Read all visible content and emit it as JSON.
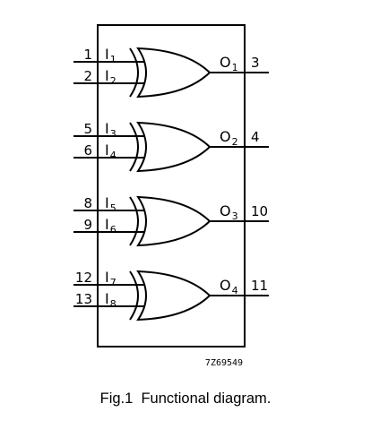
{
  "diagram": {
    "code": "7Z69549",
    "gates": [
      {
        "inputs": [
          {
            "pin": "1",
            "signal": "I",
            "index": "1"
          },
          {
            "pin": "2",
            "signal": "I",
            "index": "2"
          }
        ],
        "output": {
          "pin": "3",
          "signal": "O",
          "index": "1"
        }
      },
      {
        "inputs": [
          {
            "pin": "5",
            "signal": "I",
            "index": "3"
          },
          {
            "pin": "6",
            "signal": "I",
            "index": "4"
          }
        ],
        "output": {
          "pin": "4",
          "signal": "O",
          "index": "2"
        }
      },
      {
        "inputs": [
          {
            "pin": "8",
            "signal": "I",
            "index": "5"
          },
          {
            "pin": "9",
            "signal": "I",
            "index": "6"
          }
        ],
        "output": {
          "pin": "10",
          "signal": "O",
          "index": "3"
        }
      },
      {
        "inputs": [
          {
            "pin": "12",
            "signal": "I",
            "index": "7"
          },
          {
            "pin": "13",
            "signal": "I",
            "index": "8"
          }
        ],
        "output": {
          "pin": "11",
          "signal": "O",
          "index": "4"
        }
      }
    ]
  },
  "caption": "Fig.1  Functional diagram."
}
